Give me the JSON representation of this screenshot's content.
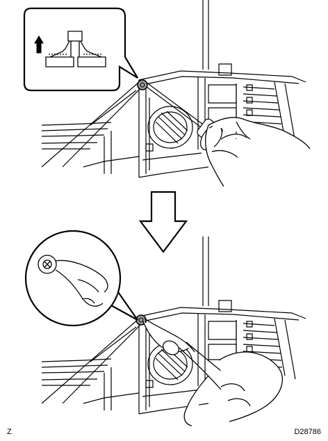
{
  "figure": {
    "corner_label_left": "Z",
    "corner_label_right": "D28786",
    "step_arrow": "down-arrow",
    "callout_top_icon": "up-arrow-icon",
    "callout_bottom_shape": "circle"
  },
  "colors": {
    "ink": "#000000",
    "paper": "#ffffff",
    "clip_fill": "#9a9a9a"
  }
}
